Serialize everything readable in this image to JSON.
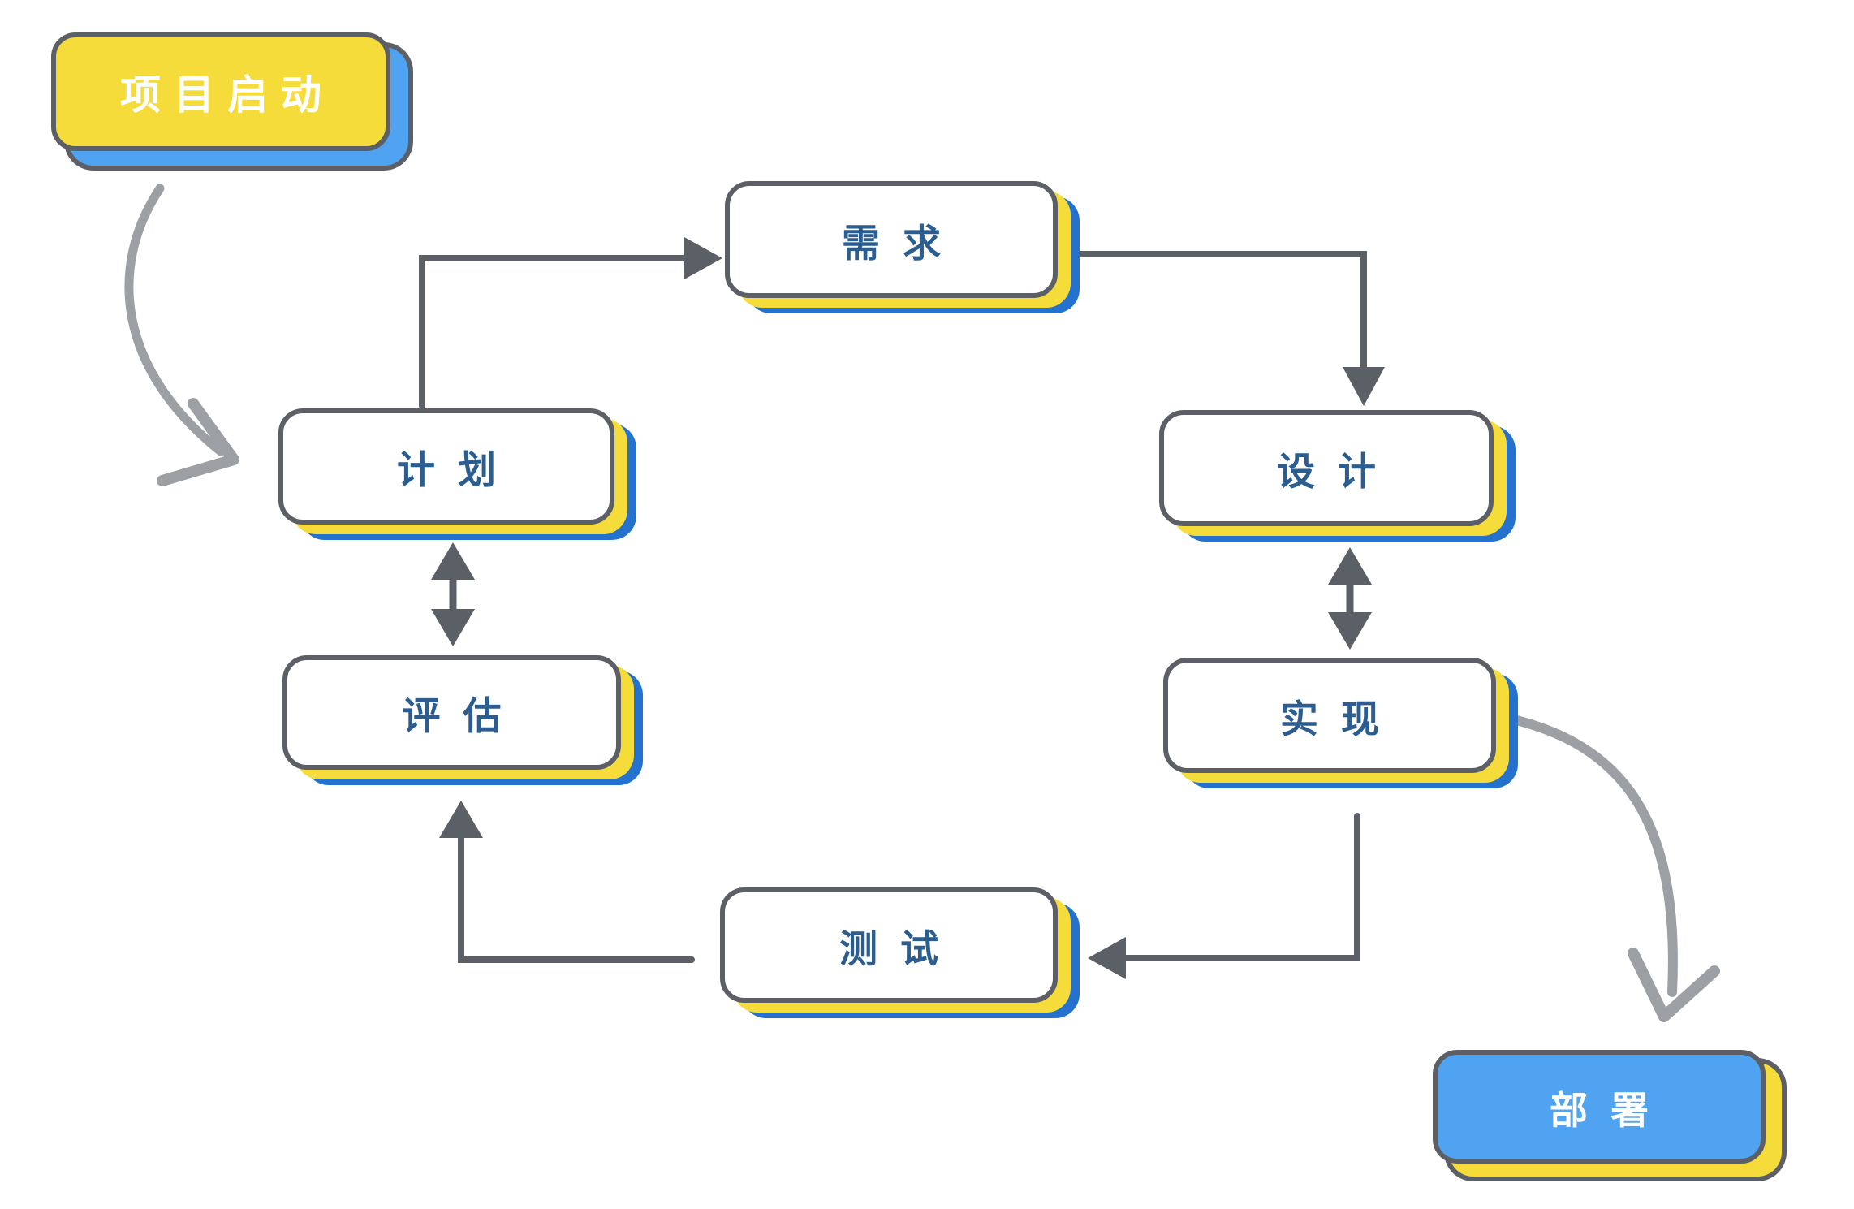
{
  "palette": {
    "yellow": "#f5dc3a",
    "light_blue": "#4fa3f0",
    "deep_blue_shadow": "#2472ce",
    "border_gray": "#5c6066",
    "label_blue": "#2b5d90",
    "arrow_dark": "#5b6066",
    "arrow_sketch_gray": "#9ca0a5",
    "background": "#ffffff"
  },
  "nodes": [
    {
      "id": "start",
      "label": "项目启动",
      "variant": "yellow"
    },
    {
      "id": "requirements",
      "label": "需求",
      "variant": "white"
    },
    {
      "id": "plan",
      "label": "计划",
      "variant": "white"
    },
    {
      "id": "design",
      "label": "设计",
      "variant": "white"
    },
    {
      "id": "evaluate",
      "label": "评估",
      "variant": "white"
    },
    {
      "id": "implement",
      "label": "实现",
      "variant": "white"
    },
    {
      "id": "test",
      "label": "测试",
      "variant": "white"
    },
    {
      "id": "deploy",
      "label": "部署",
      "variant": "blue"
    }
  ],
  "edges": [
    {
      "from": "start",
      "to": "plan",
      "style": "curved-sketch"
    },
    {
      "from": "plan",
      "to": "requirements",
      "style": "elbow"
    },
    {
      "from": "requirements",
      "to": "design",
      "style": "elbow"
    },
    {
      "from": "plan",
      "to": "evaluate",
      "style": "double-arrow"
    },
    {
      "from": "design",
      "to": "implement",
      "style": "double-arrow"
    },
    {
      "from": "implement",
      "to": "test",
      "style": "elbow"
    },
    {
      "from": "test",
      "to": "evaluate",
      "style": "elbow"
    },
    {
      "from": "implement",
      "to": "deploy",
      "style": "curved-sketch"
    }
  ]
}
